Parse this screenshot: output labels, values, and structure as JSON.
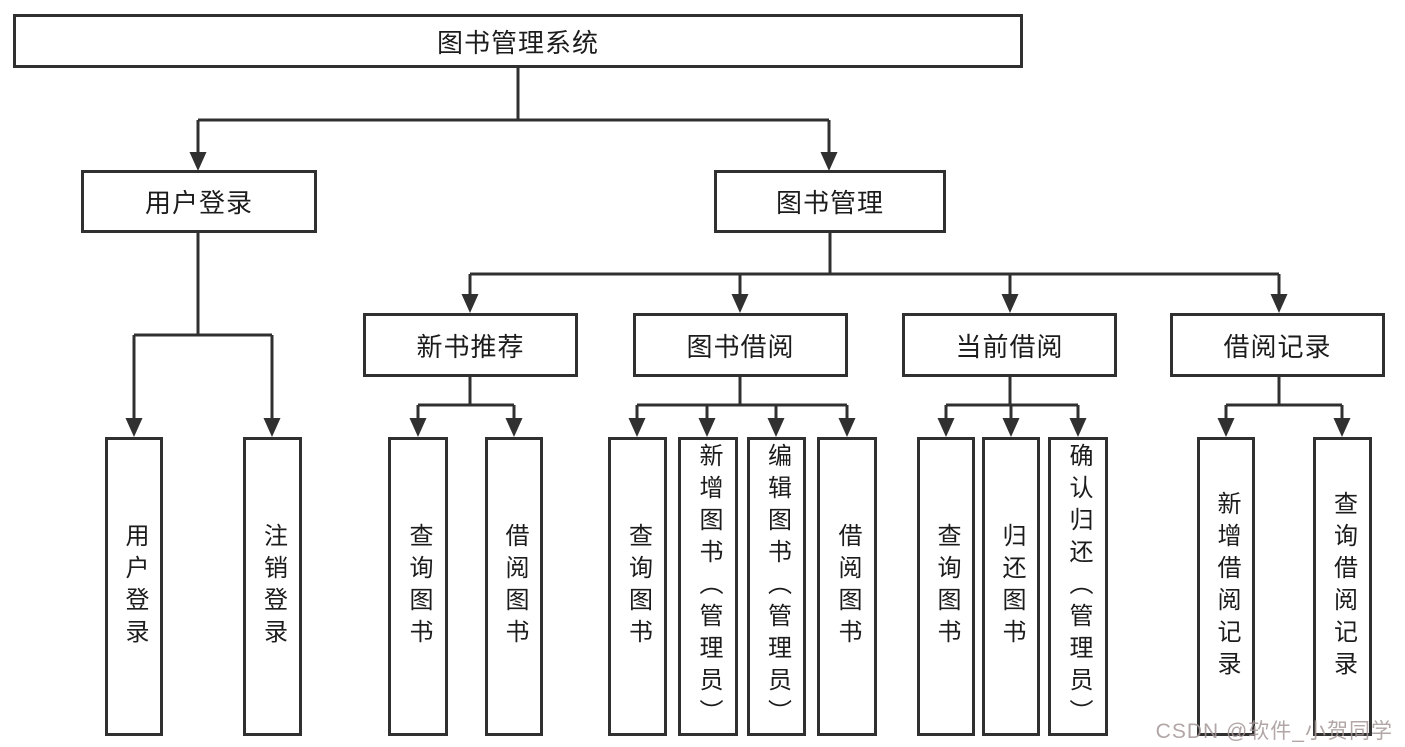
{
  "tree": {
    "label": "图书管理系统",
    "children": [
      {
        "label": "用户登录",
        "children": [
          {
            "label": "用户登录"
          },
          {
            "label": "注销登录"
          }
        ]
      },
      {
        "label": "图书管理",
        "children": [
          {
            "label": "新书推荐",
            "children": [
              {
                "label": "查询图书"
              },
              {
                "label": "借阅图书"
              }
            ]
          },
          {
            "label": "图书借阅",
            "children": [
              {
                "label": "查询图书"
              },
              {
                "label": "新增图书（管理员）"
              },
              {
                "label": "编辑图书（管理员）"
              },
              {
                "label": "借阅图书"
              }
            ]
          },
          {
            "label": "当前借阅",
            "children": [
              {
                "label": "查询图书"
              },
              {
                "label": "归还图书"
              },
              {
                "label": "确认归还（管理员）"
              }
            ]
          },
          {
            "label": "借阅记录",
            "children": [
              {
                "label": "新增借阅记录"
              },
              {
                "label": "查询借阅记录"
              }
            ]
          }
        ]
      }
    ]
  },
  "watermark": {
    "text": "CSDN @软件_小贺同学"
  },
  "colors": {
    "line": "#303030",
    "border": "#303030",
    "background": "#ffffff",
    "text": "#1c1c1c",
    "watermark": "#a49696"
  }
}
